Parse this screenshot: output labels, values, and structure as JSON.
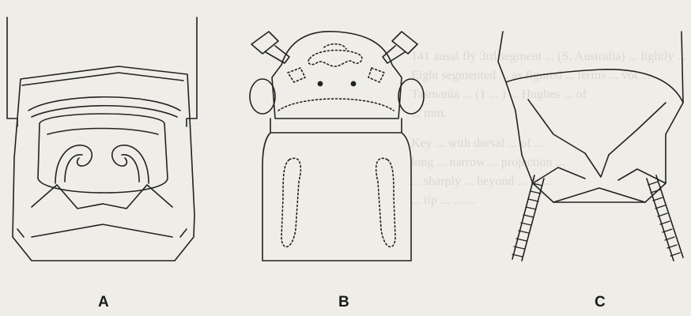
{
  "figure": {
    "panels": [
      {
        "id": "A",
        "label": "A"
      },
      {
        "id": "B",
        "label": "B"
      },
      {
        "id": "C",
        "label": "C"
      }
    ]
  },
  "bleed_through": {
    "lines": [
      "141 ansal fly 3rd segment ... (S. Australia) ... lightly ...",
      "Eight segmented ... as figured ... terms ... vol ...",
      "Tasmania ... (1 ... ) ... Hughes ... of",
      "... mm.",
      "Key ... with dorsal ... of ...",
      "long ... narrow ... projection ...",
      "... sharply ... beyond ... in ...",
      "... tip ... ... ..."
    ]
  }
}
